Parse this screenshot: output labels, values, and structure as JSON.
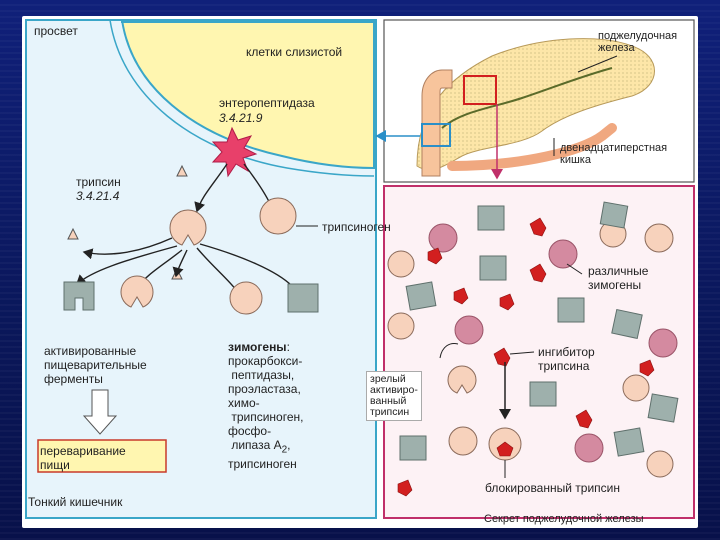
{
  "figure": {
    "lumen_label": "просвет",
    "mucosa_label": "клетки слизистой",
    "enteropeptidase_label": "энтеропептидаза",
    "enteropeptidase_ec": "3.4.21.9",
    "trypsin_label": "трипсин",
    "trypsin_ec": "3.4.21.4",
    "trypsinogen_label": "трипсиноген",
    "activated_enzymes_label": [
      "активированные",
      "пищеварительные",
      "ферменты"
    ],
    "digestion_label": [
      "переваривание",
      "пищи"
    ],
    "zymogens_title": "зимогены",
    "zymogens_list": [
      "прокарбокси-",
      "пептидазы,",
      "проэластаза,",
      "химо-",
      "трипсиноген,",
      "фосфо-",
      "липаза A",
      "2",
      ",",
      "трипсиноген"
    ],
    "small_intestine_label": "Тонкий кишечник",
    "pancreas_label": [
      "поджелудочная",
      "железа"
    ],
    "duodenum_label": [
      "двенадцатиперстная",
      "кишка"
    ],
    "various_zymogens_label": [
      "различные",
      "зимогены"
    ],
    "inhibitor_label": [
      "ингибитор",
      "трипсина"
    ],
    "mature_trypsin_label": [
      "зрелый",
      "активиро-",
      "ванный",
      "трипсин"
    ],
    "blocked_trypsin_label": "блокированный трипсин",
    "pancreatic_secretion_label": "Секрет поджелудочной железы"
  },
  "colors": {
    "panel_border": "#3aa6c8",
    "pink_border": "#c0306a",
    "cell_yellow": "#fff6b0",
    "zymogen_peach": "#f7d2bc",
    "zymogen_pink": "#d48aa0",
    "zymogen_gray": "#9eb0ac",
    "inhibitor_red": "#d21f1f",
    "digestion_box": "#c93a2b"
  }
}
